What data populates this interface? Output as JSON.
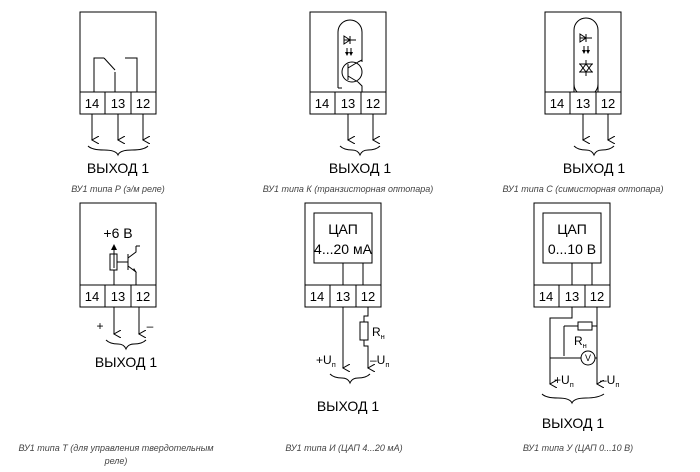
{
  "terminals": [
    "14",
    "13",
    "12"
  ],
  "output_label": "ВЫХОД 1",
  "panels": [
    {
      "caption": "ВУ1 типа Р (э/м реле)"
    },
    {
      "caption": "ВУ1 типа К (транзисторная оптопара)"
    },
    {
      "caption": "ВУ1 типа С (симисторная оптопара)"
    },
    {
      "caption_line1": "ВУ1 типа Т (для управления твердотельным",
      "caption_line2": "реле)",
      "supply": "+6 В",
      "plus": "+",
      "minus": "–"
    },
    {
      "caption": "ВУ1 типа И (ЦАП 4...20 мА)",
      "dac_title": "ЦАП",
      "dac_range": "4...20 мА",
      "resistor": "R",
      "resistor_sub": "н",
      "plus_u": "+U",
      "minus_u": "–U",
      "u_sub": "п"
    },
    {
      "caption": "ВУ1 типа У (ЦАП 0...10 В)",
      "dac_title": "ЦАП",
      "dac_range": "0...10 В",
      "resistor": "R",
      "resistor_sub": "н",
      "voltmeter": "V",
      "plus_u": "+U",
      "minus_u": "–U",
      "u_sub": "п"
    }
  ]
}
